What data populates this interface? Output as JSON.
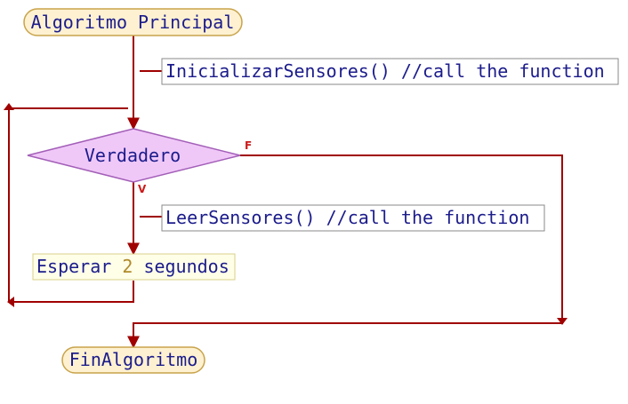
{
  "diagram": {
    "start_label": "Algoritmo Principal",
    "init_call": "InicializarSensores() //call the function",
    "condition": "Verdadero",
    "false_label": "F",
    "true_label": "V",
    "loop_call": "LeerSensores() //call the function",
    "wait_prefix": "Esperar",
    "wait_value": "2",
    "wait_suffix": "segundos",
    "end_label": "FinAlgoritmo"
  },
  "colors": {
    "edge": "#a00000",
    "text": "#1c1c8c",
    "terminal_fill": "#fdf1d1",
    "terminal_stroke": "#c8a34a",
    "decision_fill": "#f0c8f8",
    "decision_stroke": "#a35fb8",
    "process_fill": "#ffffe8",
    "process_stroke": "#d8cf8a",
    "call_fill": "#ffffff",
    "call_stroke": "#8a8a8a",
    "number": "#b08a2a"
  }
}
